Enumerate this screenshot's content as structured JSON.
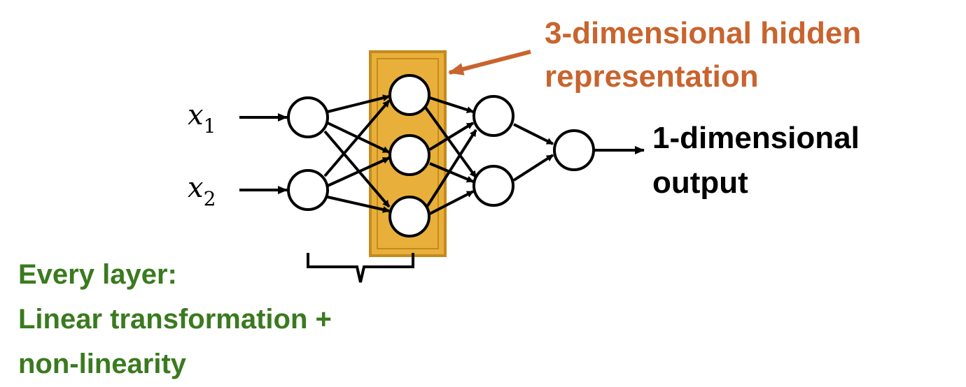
{
  "inputs": [
    {
      "var": "x",
      "sub": "1"
    },
    {
      "var": "x",
      "sub": "2"
    }
  ],
  "hidden_annotation": [
    "3-dimensional hidden",
    "representation"
  ],
  "output_annotation": [
    "1-dimensional",
    "output"
  ],
  "layer_annotation": [
    "Every layer:",
    "Linear transformation +",
    "non-linearity"
  ],
  "colors": {
    "hidden_annotation": "#C8642E",
    "layer_annotation": "#3A7A1F",
    "hidden_box_fill": "#E8B03A",
    "hidden_box_border": "#C58A1E",
    "stroke": "#000000"
  }
}
